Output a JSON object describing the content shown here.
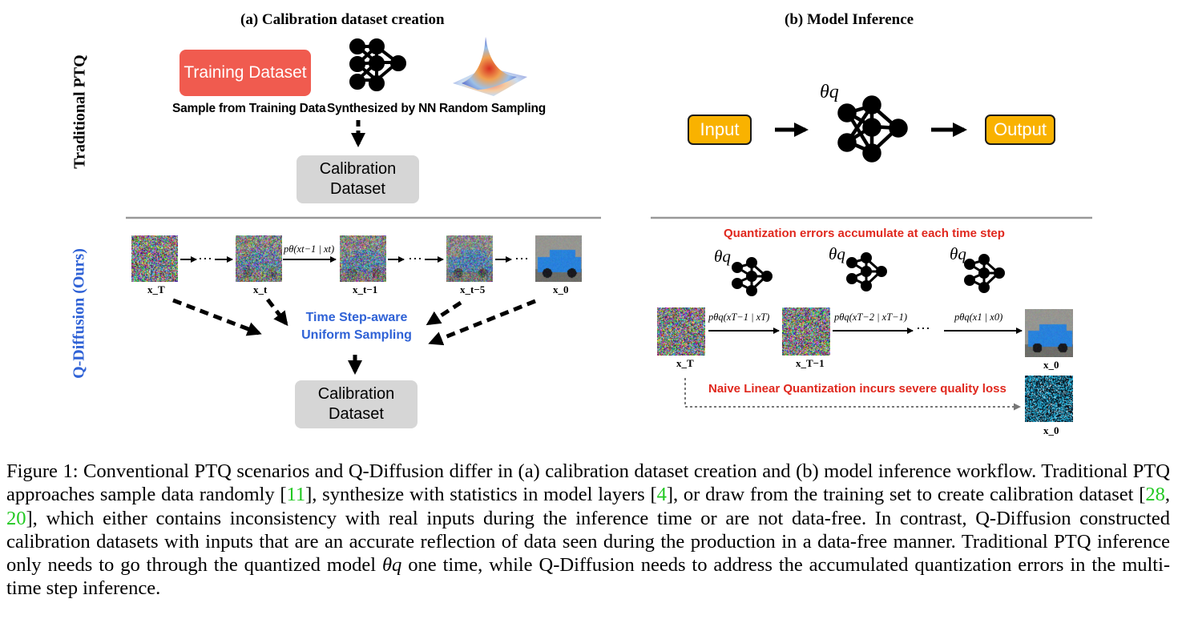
{
  "panel_a": {
    "title": "(a) Calibration dataset creation",
    "traditional_label": "Traditional PTQ",
    "ours_label": "Q-Diffusion (Ours)",
    "training_box": "Training Dataset",
    "source_labels": [
      "Sample from Training Data",
      "Synthesized by NN",
      "Random Sampling"
    ],
    "calibration_top": [
      "Calibration",
      "Dataset"
    ],
    "calibration_bottom": [
      "Calibration",
      "Dataset"
    ],
    "sampling_label": [
      "Time Step-aware",
      "Uniform Sampling"
    ],
    "sampling_color": "#2f62d6",
    "step_labels": [
      "x_T",
      "x_t",
      "x_t−1",
      "x_t−5",
      "x_0"
    ],
    "transition": "pθ(xt−1 | xt)",
    "ellipsis": "⋯"
  },
  "panel_b": {
    "title": "(b) Model Inference",
    "input_label": "Input",
    "output_label": "Output",
    "theta": "θq",
    "accumulate_note": "Quantization errors accumulate at each time step",
    "naive_note": "Naive Linear Quantization incurs severe quality loss",
    "note_color": "#e0281e",
    "transitions": [
      "pθq(xT−1 | xT)",
      "pθq(xT−2 | xT−1)",
      "pθq(x1 | x0)"
    ],
    "step_labels": [
      "x_T",
      "x_T−1",
      "x_0",
      "x_0"
    ]
  },
  "caption": {
    "figure_label": "Figure 1:",
    "part1": " Conventional PTQ scenarios and Q-Diffusion differ in (a) calibration dataset creation and (b) model inference workflow. Traditional PTQ approaches sample data randomly [",
    "cite1": "11",
    "part2": "], synthesize with statistics in model layers [",
    "cite2": "4",
    "part3": "], or draw from the training set to create calibration dataset [",
    "cite3": "28",
    "sep": ", ",
    "cite4": "20",
    "part4": "], which either contains inconsistency with real inputs during the inference time or are not data-free. In contrast, Q-Diffusion constructed calibration datasets with inputs that are an accurate reflection of data seen during the production in a data-free manner. Traditional PTQ inference only needs to go through the quantized model ",
    "theta": "θq",
    "part5": " one time, while Q-Diffusion needs to address the accumulated quantization errors in the multi-time step inference.",
    "cite_color": "#22c922"
  }
}
